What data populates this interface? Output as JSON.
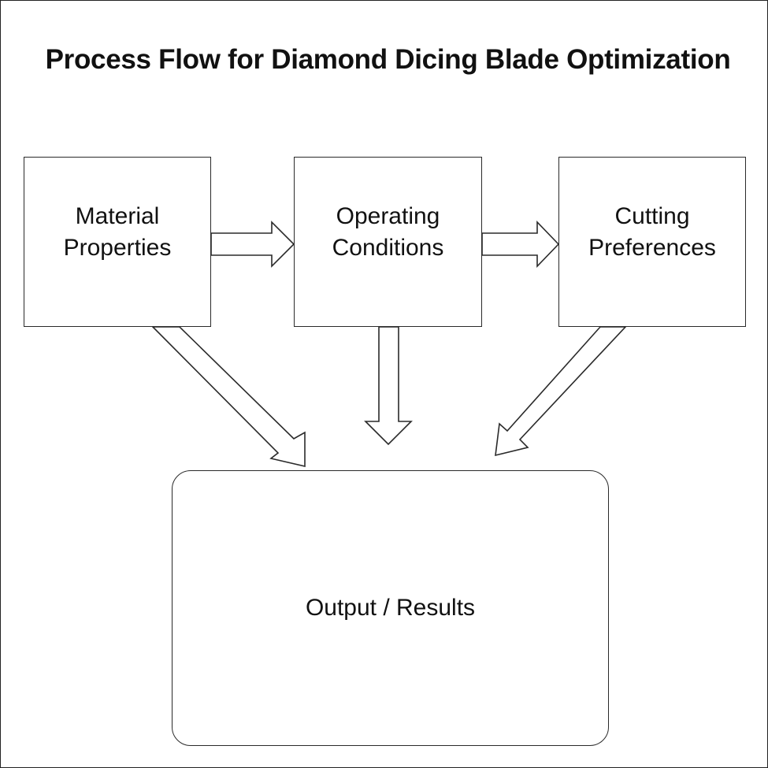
{
  "diagram": {
    "title": "Process Flow for Diamond Dicing Blade Optimization",
    "nodes": [
      {
        "id": "material",
        "label_line1": "Material",
        "label_line2": "Properties"
      },
      {
        "id": "operating",
        "label_line1": "Operating",
        "label_line2": "Conditions"
      },
      {
        "id": "cutting",
        "label_line1": "Cutting",
        "label_line2": "Preferences"
      },
      {
        "id": "output",
        "label": "Output / Results"
      }
    ],
    "edges": [
      {
        "from": "material",
        "to": "operating"
      },
      {
        "from": "operating",
        "to": "cutting"
      },
      {
        "from": "material",
        "to": "output"
      },
      {
        "from": "operating",
        "to": "output"
      },
      {
        "from": "cutting",
        "to": "output"
      }
    ],
    "colors": {
      "stroke": "#2a2a2a",
      "fill": "#ffffff",
      "text": "#111111"
    }
  }
}
